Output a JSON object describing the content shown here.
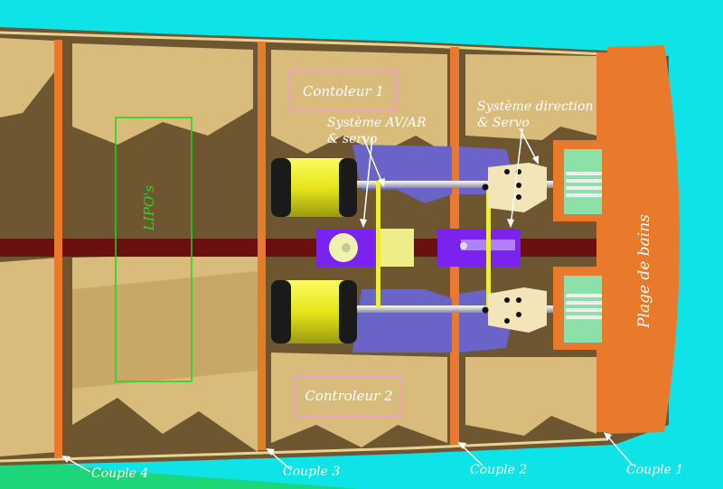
{
  "labels": {
    "controller1": "Contoleur 1",
    "controller2": "Controleur 2",
    "system_avar_line1": "Système AV/AR",
    "system_avar_line2": "& servo",
    "system_dir_line1": "Système direction",
    "system_dir_line2": "& Servo",
    "lipo": "LIPO's",
    "plage": "Plage de bains",
    "couple4": "Couple 4",
    "couple3": "Couple 3",
    "couple2": "Couple 2",
    "couple1": "Couple 1"
  },
  "colors": {
    "background": "#0ee3e8",
    "hull": "#6d5630",
    "panel": "#d9bb7c",
    "frame": "#e97a2c",
    "motor": "#eeee22",
    "servo": "#7a22ee",
    "keel": "#6a1010",
    "lipo_outline": "#1ed61e",
    "controller_outline": "#f0a0c8"
  }
}
